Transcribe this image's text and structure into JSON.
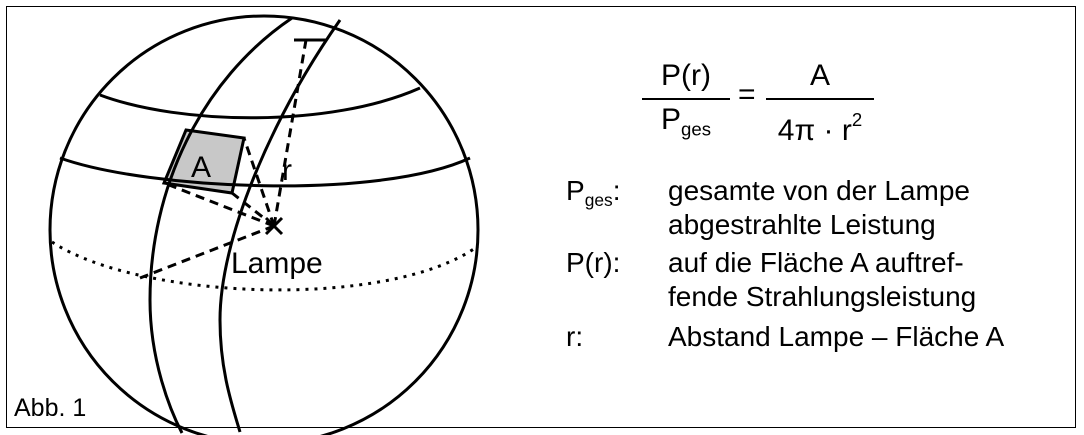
{
  "figure": {
    "area_label": "A",
    "radius_label": "r",
    "lamp_label": "Lampe"
  },
  "formula": {
    "left_num": "P(r)",
    "left_den_base": "P",
    "left_den_sub": "ges",
    "equals": "=",
    "right_num": "A",
    "right_den_base": "4π · r",
    "right_den_sup": "2"
  },
  "legend": [
    {
      "symbol_base": "P",
      "symbol_sub": "ges",
      "symbol_suffix": ":",
      "desc_lines": [
        "gesamte von der Lampe",
        "abgestrahlte Leistung"
      ]
    },
    {
      "symbol": "P(r):",
      "desc_lines": [
        "auf die Fläche A auftref-",
        "fende Strahlungsleistung"
      ]
    },
    {
      "symbol": "r:",
      "desc_lines": [
        "Abstand Lampe – Fläche A"
      ]
    }
  ],
  "caption": "Abb. 1"
}
